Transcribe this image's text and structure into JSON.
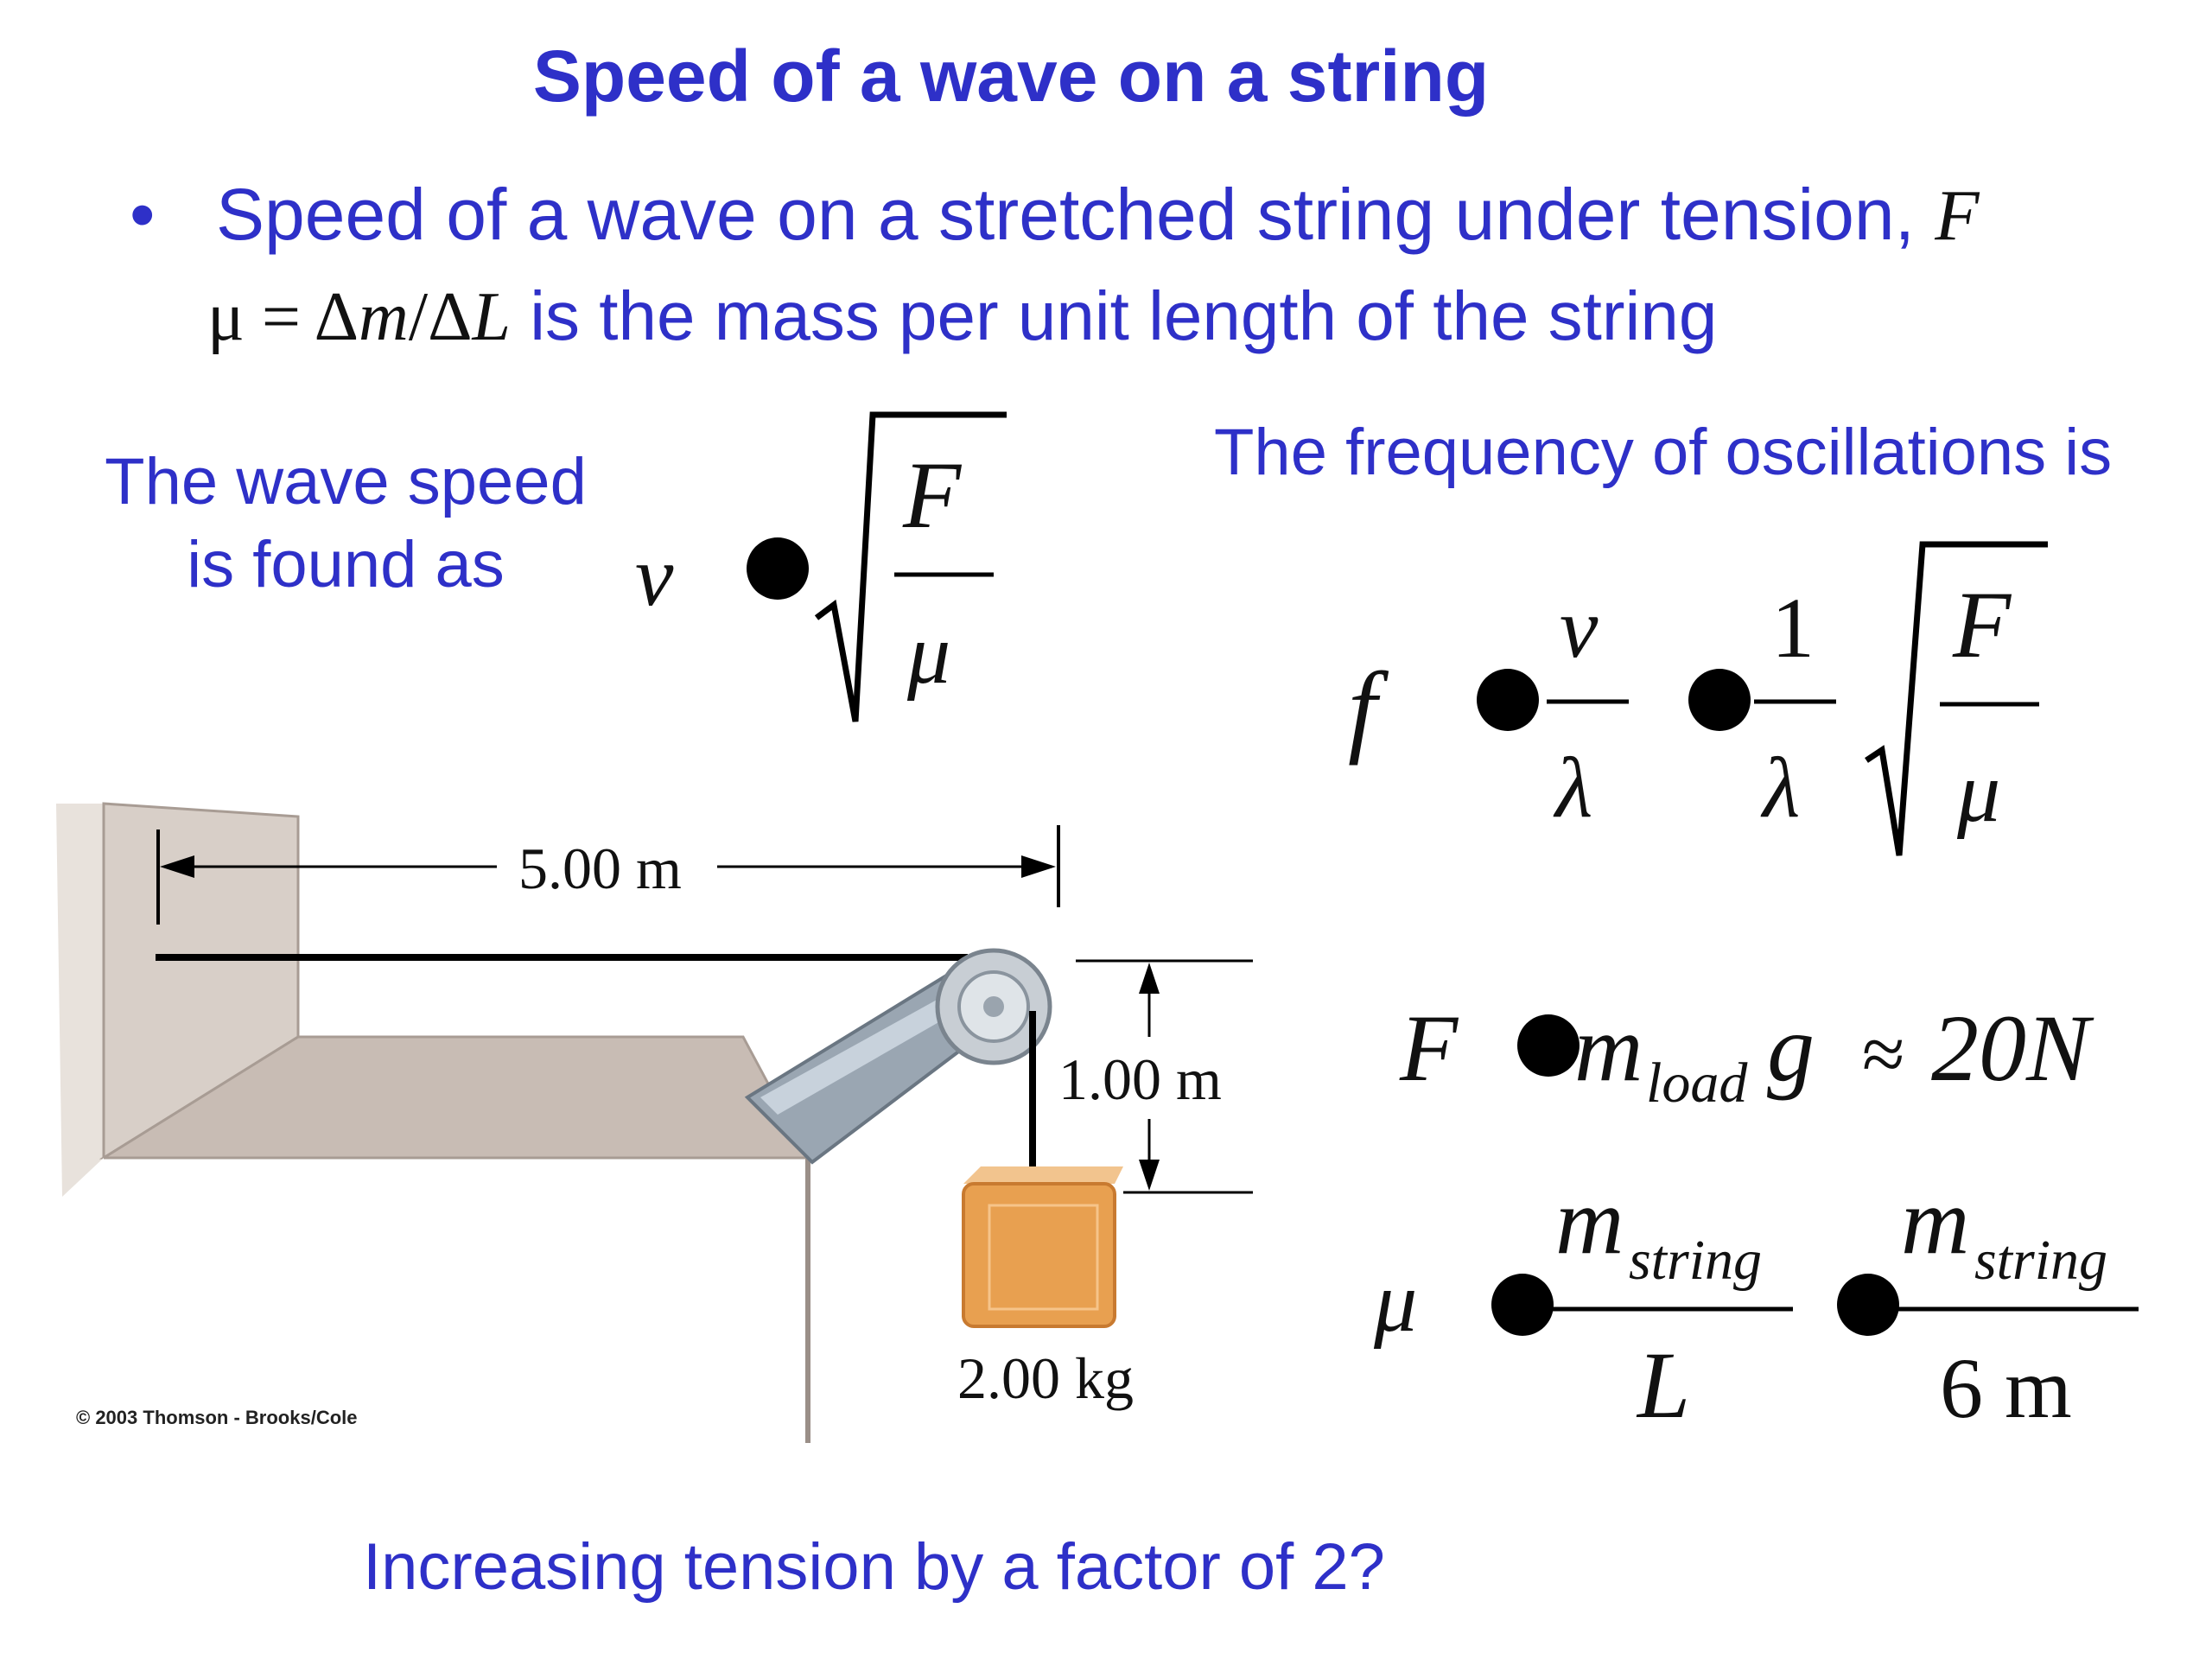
{
  "slide": {
    "title": "Speed of a wave on a string",
    "bullet": {
      "text": "Speed of a wave on a stretched string under tension, ",
      "var": "F"
    },
    "mu_definition": {
      "mu_symbol": "μ",
      "equals": " = ",
      "delta": "Δ",
      "m": "m",
      "slash": "/",
      "L": "L",
      "description": " is the mass per unit length of the string"
    },
    "wave_speed_label": [
      "The wave speed",
      "is found as"
    ],
    "frequency_label": "The frequency of oscillations is",
    "question": "Increasing tension by a factor of 2?",
    "copyright": "© 2003 Thomson - Brooks/Cole"
  },
  "equations": {
    "v_sym": "v",
    "F_sym": "F",
    "f_sym": "f",
    "one": "1",
    "lambda_sym": "λ",
    "mu_sym": "μ",
    "m_sym": "m",
    "load_sub": "load",
    "g_sym": "g",
    "tension_value": "20N",
    "string_sub": "string",
    "L_sym": "L",
    "six_m": "6 m"
  },
  "figure": {
    "horizontal_length": "5.00 m",
    "vertical_length": "1.00 m",
    "mass": "2.00 kg"
  },
  "colors": {
    "text_blue": "#2e30c8",
    "block_orange": "#e8a050",
    "wall_gray": "#d8cfc8",
    "table_top": "#c8bcb4"
  }
}
